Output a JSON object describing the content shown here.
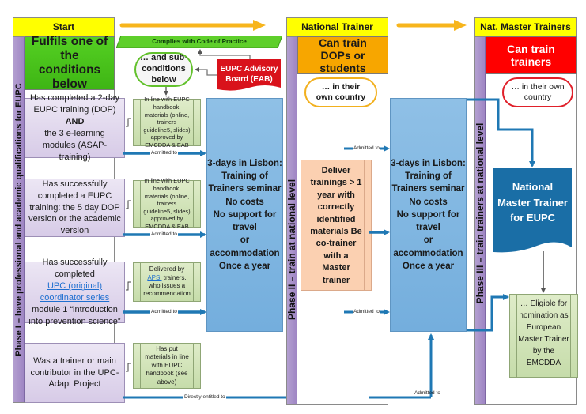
{
  "columns": {
    "start": {
      "header": "Start",
      "title": "Fulfils one of the conditions below",
      "title_color": "#47c21a",
      "phase_label": "Phase I – have professional and academic qualifications for EUPC"
    },
    "national_trainer": {
      "header": "National Trainer",
      "title": "Can train DOPs or students",
      "title_color": "#f7a600",
      "pill": "… in their own country",
      "phase_label": "Phase II – train at national level"
    },
    "master_trainers": {
      "header": "Nat. Master Trainers",
      "title": "Can train trainers",
      "title_color": "#ff0000",
      "pill": "… in their own country",
      "phase_label": "Phase III – train trainers at national level"
    }
  },
  "top": {
    "code_of_practice": "Complies with Code of Practice",
    "sub_conditions": "… and sub-conditions below",
    "advisory_board": "EUPC Advisory Board (EAB)"
  },
  "conditions": [
    {
      "line1": "Has completed a 2-day EUPC training (DOP)",
      "line2": "AND",
      "line3": "the 3 e-learning modules (ASAP-training)",
      "sub": "In line with EUPC handbook, materials (online, trainers guideline5, slides) approved by EMCDDA & EAB",
      "arrow": "Admitted to"
    },
    {
      "line1": "Has successfully completed a EUPC training: the 5 day DOP version or the academic version",
      "sub": "In line with EUPC handbook, materials (online, trainers guideline5, slides) approved by EMCDDA & EAB",
      "arrow": "Admitted to"
    },
    {
      "line1": "Has successfully completed",
      "link": "UPC (original) coordinator series",
      "line2": "module 1 “introduction into prevention science”",
      "sub_link": "APSI",
      "sub": "trainers, who issues a recommendation",
      "sub_prefix": "Delivered by",
      "arrow": "Admitted to"
    },
    {
      "line1": "Was a trainer or main contributor in the UPC-Adapt Project",
      "sub": "Has put materials in line with EUPC handbook (see above)",
      "arrow": "Directly entitled to"
    }
  ],
  "seminar": {
    "lines": [
      "3-days in Lisbon:",
      "Training of",
      "Trainers seminar",
      "No costs",
      "No support for",
      "travel",
      "or",
      "accommodation",
      "Once a year"
    ]
  },
  "deliver_box": "Deliver trainings > 1 year with correctly identified materials Be co-trainer with a Master trainer",
  "phase2_arrows": [
    "Admitted to",
    "Admitted to",
    "Admitted to"
  ],
  "bottom_arrow": "Admitted to",
  "national_master": "National Master Trainer for EUPC",
  "eligible": "… Eligible for nomination as European Master Trainer by the EMCDDA",
  "colors": {
    "header_yellow": "#ffff00",
    "flow_arrow_orange": "#f7b51c",
    "arrow_blue": "#1f78b4",
    "lisbon_blue": "#7fb6e0",
    "master_blue": "#1a6ea6",
    "eab_red": "#d9121b",
    "phase_purple": "#a992cc"
  }
}
